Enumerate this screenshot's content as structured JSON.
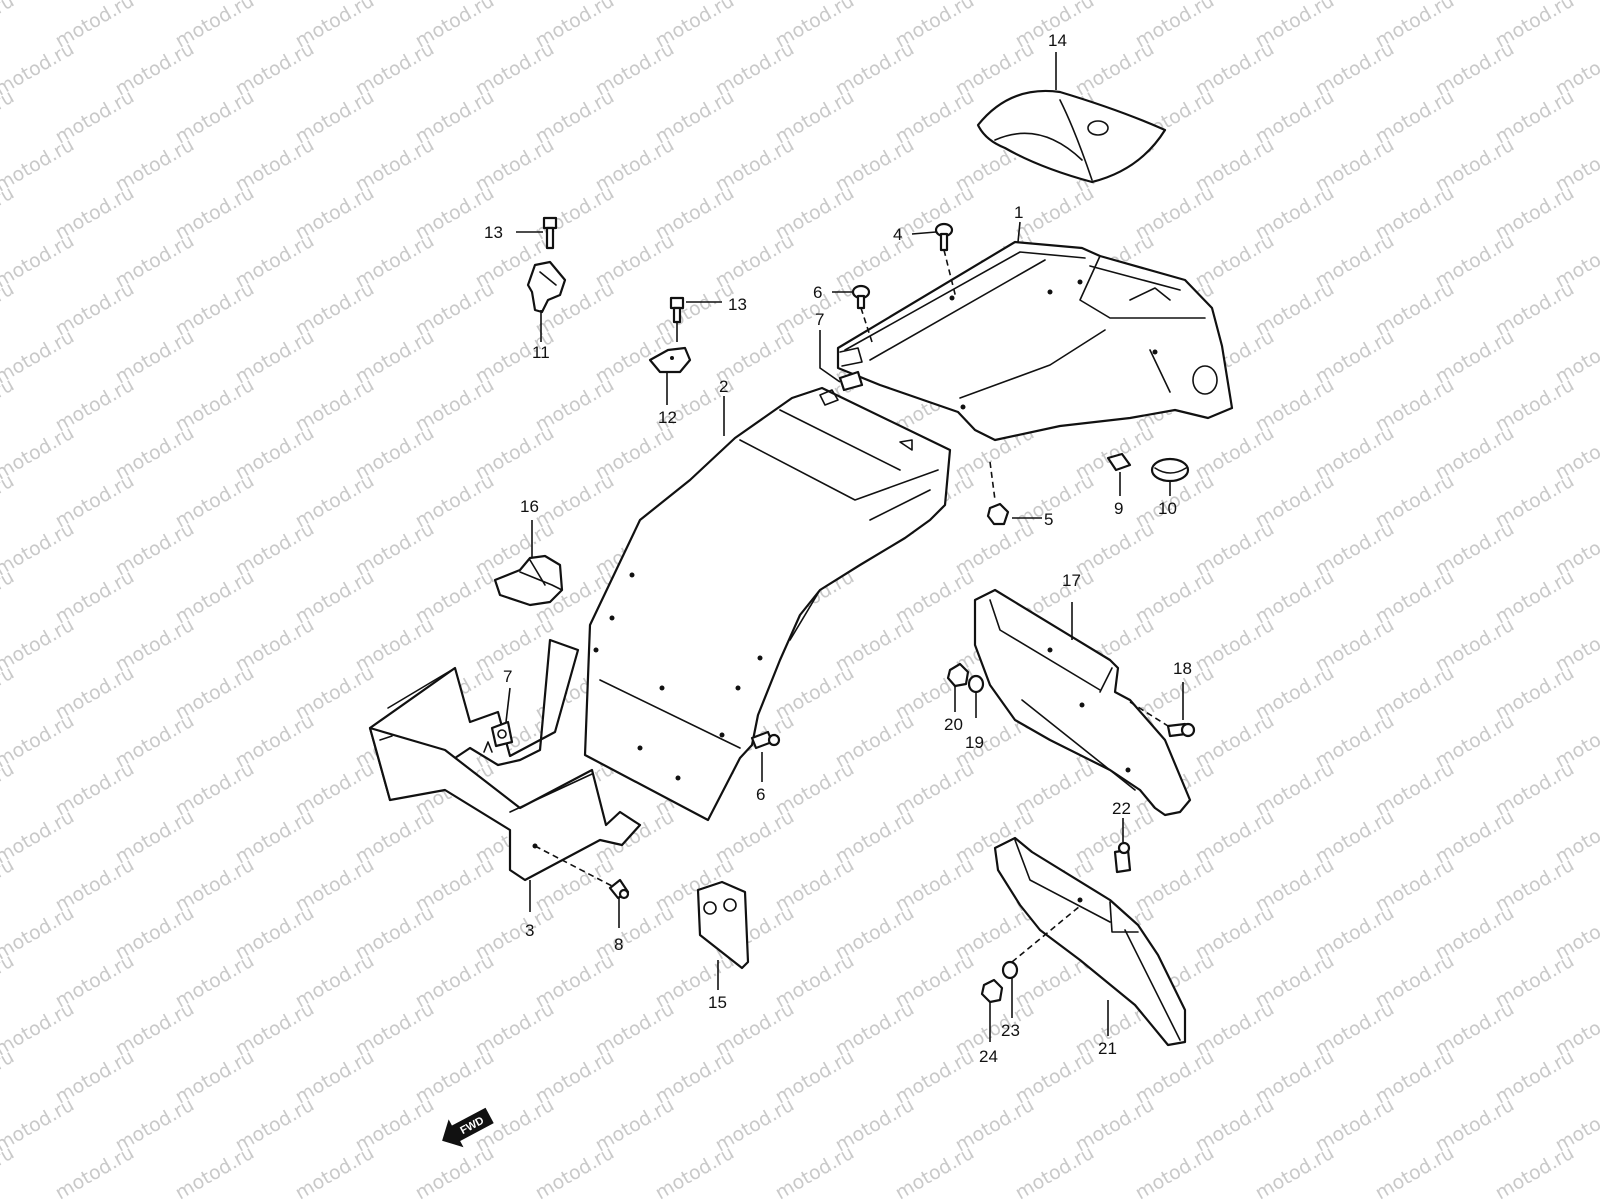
{
  "watermark": {
    "text": "motod.ru",
    "color": "#c9c9c9"
  },
  "callouts": {
    "c1": "1",
    "c2": "2",
    "c3": "3",
    "c4": "4",
    "c5": "5",
    "c6a": "6",
    "c6b": "6",
    "c7a": "7",
    "c7b": "7",
    "c8": "8",
    "c9": "9",
    "c10": "10",
    "c11": "11",
    "c12": "12",
    "c13a": "13",
    "c13b": "13",
    "c14": "14",
    "c15": "15",
    "c16": "16",
    "c17": "17",
    "c18": "18",
    "c19": "19",
    "c20": "20",
    "c21": "21",
    "c22": "22",
    "c23": "23",
    "c24": "24"
  },
  "direction_badge": {
    "text": "FWD",
    "icon": "arrow-forward-icon"
  }
}
